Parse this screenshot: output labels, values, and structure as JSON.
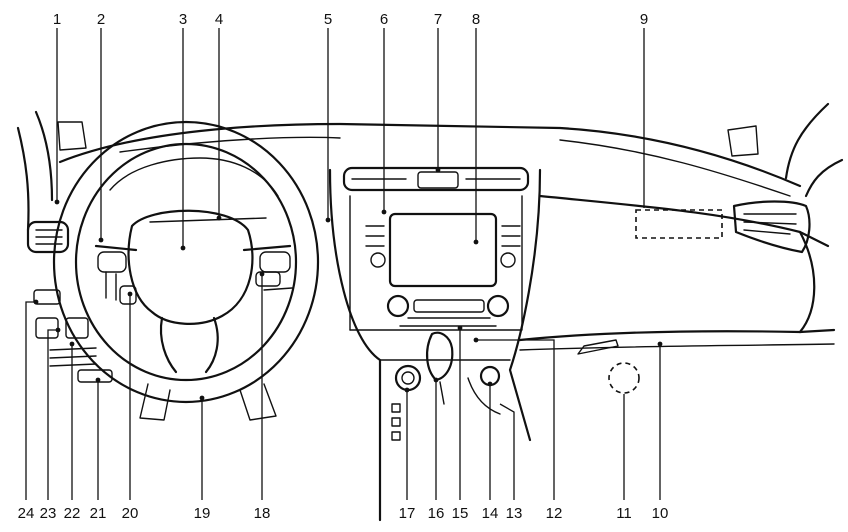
{
  "callouts": {
    "top": [
      {
        "n": "1"
      },
      {
        "n": "2"
      },
      {
        "n": "3"
      },
      {
        "n": "4"
      },
      {
        "n": "5"
      },
      {
        "n": "6"
      },
      {
        "n": "7"
      },
      {
        "n": "8"
      },
      {
        "n": "9"
      }
    ],
    "bottom": [
      {
        "n": "24"
      },
      {
        "n": "23"
      },
      {
        "n": "22"
      },
      {
        "n": "21"
      },
      {
        "n": "20"
      },
      {
        "n": "19"
      },
      {
        "n": "18"
      },
      {
        "n": "17"
      },
      {
        "n": "16"
      },
      {
        "n": "15"
      },
      {
        "n": "14"
      },
      {
        "n": "13"
      },
      {
        "n": "12"
      },
      {
        "n": "11"
      },
      {
        "n": "10"
      }
    ]
  }
}
